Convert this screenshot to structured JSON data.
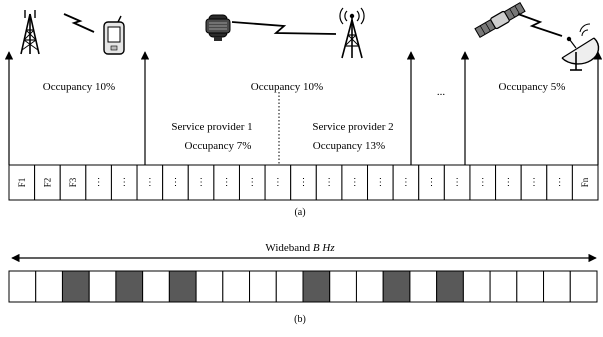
{
  "part_a": {
    "caption": "(a)",
    "regions": [
      {
        "occupancy": "Occupancy 10%"
      },
      {
        "occupancy": "Occupancy 10%"
      },
      {
        "occupancy": "Occupancy 5%"
      }
    ],
    "ellipsis": "...",
    "providers": [
      {
        "name": "Service provider 1",
        "occupancy": "Occupancy 7%"
      },
      {
        "name": "Service provider 2",
        "occupancy": "Occupancy 13%"
      }
    ],
    "channel_labels": [
      "F1",
      "F2",
      "F3",
      "⋮",
      "⋮",
      "⋮",
      "⋮",
      "⋮",
      "⋮",
      "⋮",
      "⋮",
      "⋮",
      "⋮",
      "⋮",
      "⋮",
      "⋮",
      "⋮",
      "⋮",
      "⋮",
      "⋮",
      "⋮",
      "⋮",
      "Fn"
    ],
    "icons": [
      "cell-tower-icon",
      "wireless-link-icon",
      "mobile-phone-icon",
      "satellite-terminal-icon",
      "wireless-link-icon",
      "cell-tower-icon",
      "satellite-icon",
      "wireless-link-icon",
      "satellite-dish-icon"
    ]
  },
  "part_b": {
    "caption": "(b)",
    "wideband_prefix": "Wideband ",
    "wideband_value": "B Hz",
    "cells": [
      0,
      0,
      1,
      0,
      1,
      0,
      1,
      0,
      0,
      0,
      0,
      1,
      0,
      0,
      1,
      0,
      1,
      0,
      0,
      0,
      0,
      0
    ],
    "occupied_color": "#595959",
    "free_color": "#ffffff"
  }
}
